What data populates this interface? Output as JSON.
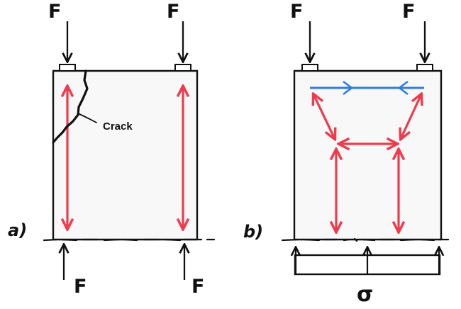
{
  "diagram": {
    "panel_a": {
      "panel_label": "a)",
      "top_load_left": "F",
      "top_load_right": "F",
      "bottom_reaction_left": "F",
      "bottom_reaction_right": "F",
      "crack_label": "Crack"
    },
    "panel_b": {
      "panel_label": "b)",
      "top_load_left": "F",
      "top_load_right": "F",
      "stress_label": "σ"
    }
  },
  "colors": {
    "outline": "#111111",
    "compression_strut": "#ef3b4e",
    "tension_tie": "#2f7de1",
    "block_fill": "#f8f8f8"
  }
}
